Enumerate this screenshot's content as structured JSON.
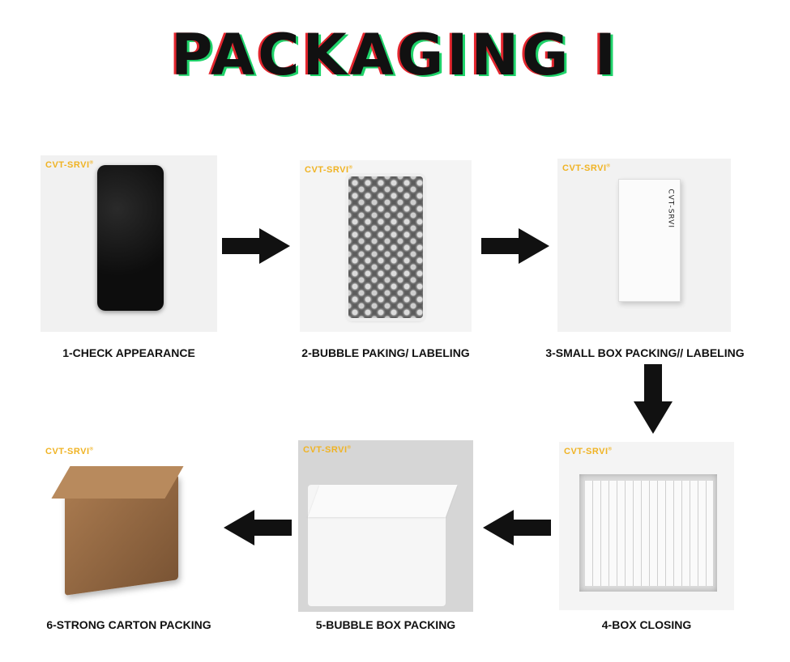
{
  "title": "PACKAGING I",
  "brand": "CVT-SRVI",
  "brand_mark": "®",
  "box_label": "CVT-SRVI",
  "steps": [
    {
      "caption": "1-CHECK APPEARANCE"
    },
    {
      "caption": "2-BUBBLE PAKING/ LABELING"
    },
    {
      "caption": "3-SMALL BOX PACKING// LABELING"
    },
    {
      "caption": "4-BOX CLOSING"
    },
    {
      "caption": "5-BUBBLE BOX PACKING"
    },
    {
      "caption": "6-STRONG CARTON PACKING"
    }
  ],
  "colors": {
    "title_red": "#e3262e",
    "title_green": "#1fd36a",
    "brand_yellow": "#f0b323",
    "arrow": "#111111"
  }
}
